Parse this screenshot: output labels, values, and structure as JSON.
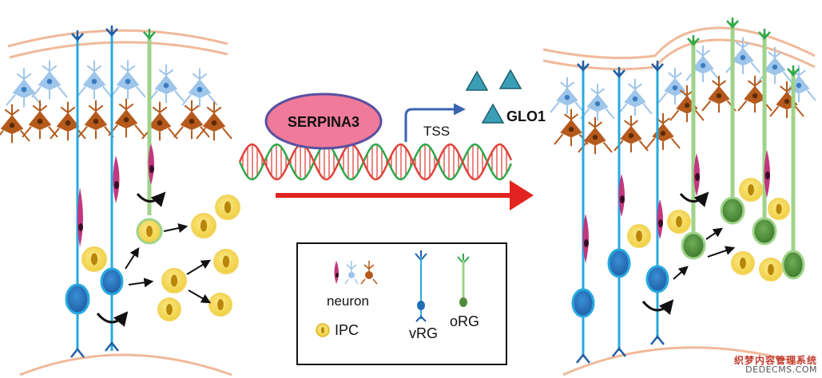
{
  "center": {
    "protein_label": "SERPINA3",
    "tss_label": "TSS",
    "gene_label": "GLO1"
  },
  "legend": {
    "neuron_label": "neuron",
    "ipc_label": "IPC",
    "vrg_label": "vRG",
    "org_label": "oRG"
  },
  "watermark": {
    "line1": "织梦内容管理系统",
    "line2": "DEDECMS.COM"
  },
  "colors": {
    "vrg_process": "#29a9e0",
    "vrg_nucleus": "#1f6fb8",
    "org_process": "#9fd38a",
    "org_nucleus": "#4e8a3a",
    "ipc_fill": "#f2d45c",
    "ipc_nucleus": "#b8860b",
    "neuron_magenta": "#c2377e",
    "neuron_orange": "#b55a1c",
    "neuron_blue": "#9ec5ea",
    "protein_fill": "#f07a9a",
    "protein_stroke": "#5a4fa0",
    "dna_red": "#e0443c",
    "dna_green": "#2ea84a",
    "arrow_red": "#e3231f",
    "tss_arrow": "#3b64b0",
    "triangle": "#3a9fb5",
    "meninges": "#f0b99a",
    "ventricle": "#f0b99a"
  }
}
